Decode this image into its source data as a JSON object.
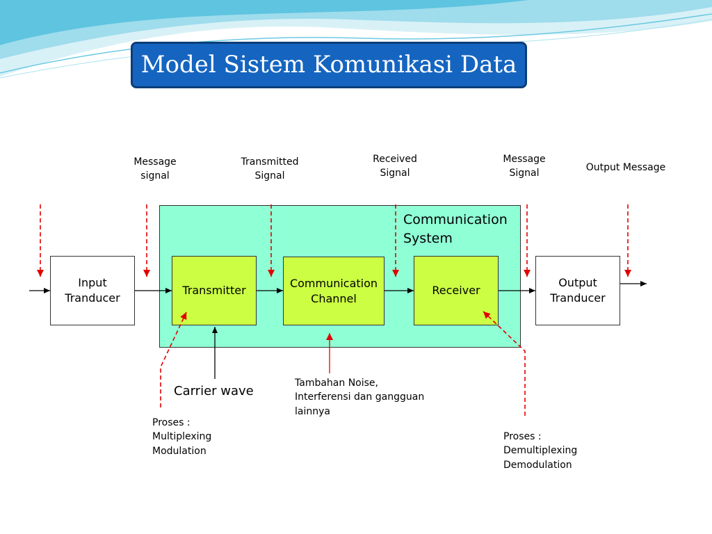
{
  "title": "Model Sistem Komunikasi Data",
  "system_label": "Communication\nSystem",
  "blocks": {
    "input": "Input\nTranducer",
    "transmitter": "Transmitter",
    "channel": "Communication\nChannel",
    "receiver": "Receiver",
    "output": "Output\nTranducer"
  },
  "signal_labels": {
    "message_signal_in": "Message\nsignal",
    "transmitted_signal": "Transmitted\nSignal",
    "received_signal": "Received\nSignal",
    "message_signal_out": "Message\nSignal",
    "output_message": "Output Message"
  },
  "annotations": {
    "carrier_wave": "Carrier wave",
    "noise": "Tambahan Noise,\nInterferensi dan gangguan\nlainnya",
    "process_tx": "Proses :\nMultiplexing\nModulation",
    "process_rx": "Proses :\nDemultiplexing\nDemodulation"
  },
  "colors": {
    "title_bg": "#1565c0",
    "system_bg": "#8fffd6",
    "block_green": "#ccff44",
    "dashed_arrow": "#e00000"
  }
}
